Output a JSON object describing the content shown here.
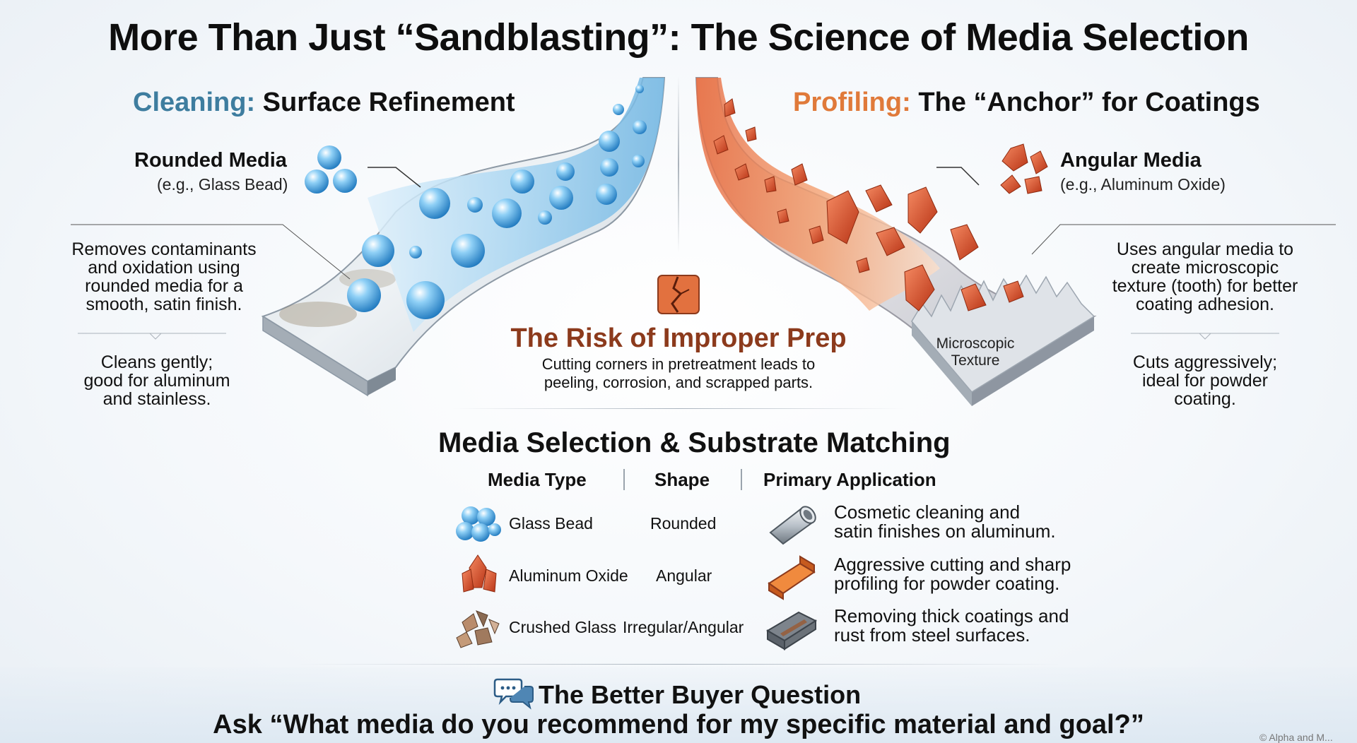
{
  "title": "More Than Just “Sandblasting”: The Science of Media Selection",
  "cleaning": {
    "heading_accent": "Cleaning:",
    "heading_rest": " Surface Refinement",
    "media_name": "Rounded Media",
    "media_example": "(e.g., Glass Bead)",
    "description_lines": [
      "Removes contaminants",
      "and oxidation using",
      "rounded media for a",
      "smooth, satin finish."
    ],
    "note_lines": [
      "Cleans gently;",
      "good for aluminum",
      "and stainless."
    ],
    "accent_color": "#3e7d9f"
  },
  "profiling": {
    "heading_accent": "Profiling:",
    "heading_rest": " The “Anchor” for Coatings",
    "media_name": "Angular Media",
    "media_example": "(e.g., Aluminum Oxide)",
    "description_lines": [
      "Uses angular media to",
      "create microscopic",
      "texture (tooth) for better",
      "coating adhesion."
    ],
    "note_lines": [
      "Cuts aggressively;",
      "ideal for powder",
      "coating."
    ],
    "texture_label_lines": [
      "Microscopic",
      "Texture"
    ],
    "accent_color": "#e07a3a"
  },
  "risk": {
    "icon": "cracked-panel-icon",
    "title": "The Risk of Improper Prep",
    "text_lines": [
      "Cutting corners in pretreatment leads to",
      "peeling, corrosion, and scrapped parts."
    ],
    "color": "#8c3a1c"
  },
  "table": {
    "title": "Media Selection & Substrate Matching",
    "headers": [
      "Media Type",
      "Shape",
      "Primary Application"
    ],
    "rows": [
      {
        "icon": "glass-bead-icon",
        "media": "Glass Bead",
        "shape": "Rounded",
        "app_icon": "aluminum-tube-icon",
        "application_lines": [
          "Cosmetic cleaning and",
          "satin finishes on aluminum."
        ]
      },
      {
        "icon": "aluminum-oxide-icon",
        "media": "Aluminum Oxide",
        "shape": "Angular",
        "app_icon": "copper-bracket-icon",
        "application_lines": [
          "Aggressive cutting and sharp",
          "profiling for powder coating."
        ]
      },
      {
        "icon": "crushed-glass-icon",
        "media": "Crushed Glass",
        "shape": "Irregular/Angular",
        "app_icon": "rusty-steel-beam-icon",
        "application_lines": [
          "Removing thick coatings and",
          "rust from steel surfaces."
        ]
      }
    ]
  },
  "buyer": {
    "icon": "chat-bubbles-icon",
    "title": "The Better Buyer Question",
    "question": "Ask “What media do you recommend for my specific material and goal?”"
  },
  "footnote": "© Alpha and M..."
}
